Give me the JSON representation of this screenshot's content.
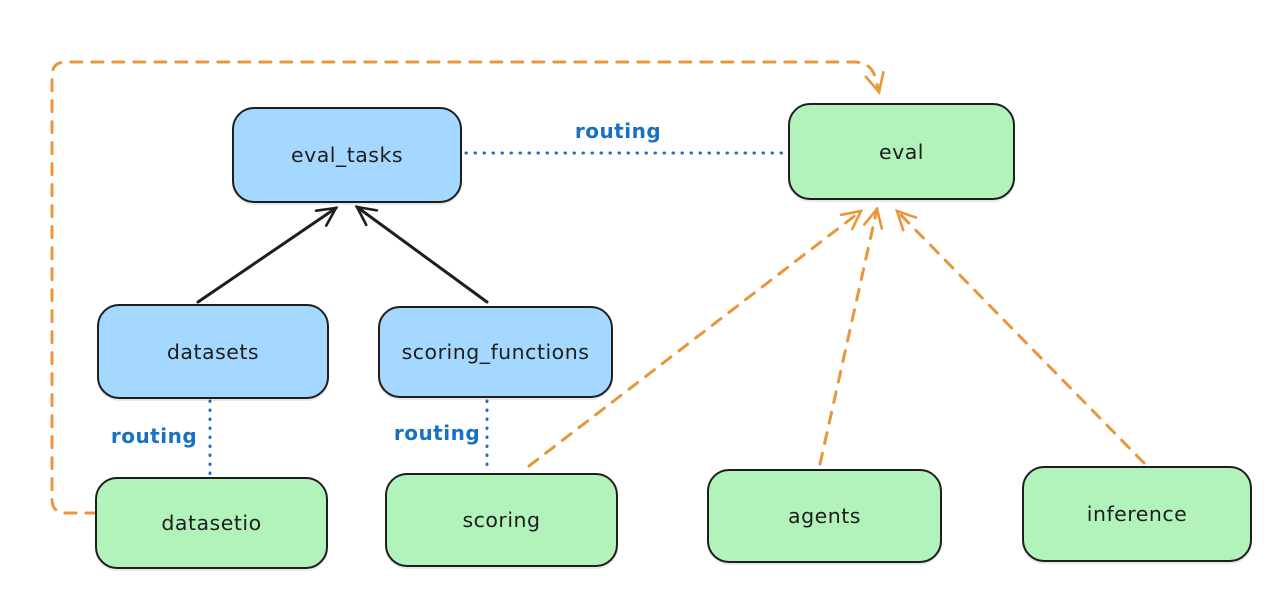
{
  "colors": {
    "background": "#ffffff",
    "stroke": "#1e1e1e",
    "blue_fill": "#a5d8ff",
    "green_fill": "#b2f2bb",
    "blue_line": "#1971c2",
    "orange_line": "#e8973d"
  },
  "nodes": {
    "eval_tasks": {
      "label": "eval_tasks",
      "color": "blue"
    },
    "eval": {
      "label": "eval",
      "color": "green"
    },
    "datasets": {
      "label": "datasets",
      "color": "blue"
    },
    "scoring_functions": {
      "label": "scoring_functions",
      "color": "blue"
    },
    "datasetio": {
      "label": "datasetio",
      "color": "green"
    },
    "scoring": {
      "label": "scoring",
      "color": "green"
    },
    "agents": {
      "label": "agents",
      "color": "green"
    },
    "inference": {
      "label": "inference",
      "color": "green"
    }
  },
  "edges": [
    {
      "from": "datasets",
      "to": "eval_tasks",
      "style": "solid",
      "color": "black",
      "arrow": true,
      "label": ""
    },
    {
      "from": "scoring_functions",
      "to": "eval_tasks",
      "style": "solid",
      "color": "black",
      "arrow": true,
      "label": ""
    },
    {
      "from": "eval_tasks",
      "to": "eval",
      "style": "dotted",
      "color": "blue",
      "arrow": false,
      "label": "routing"
    },
    {
      "from": "datasets",
      "to": "datasetio",
      "style": "dotted",
      "color": "blue",
      "arrow": false,
      "label": "routing"
    },
    {
      "from": "scoring_functions",
      "to": "scoring",
      "style": "dotted",
      "color": "blue",
      "arrow": false,
      "label": "routing"
    },
    {
      "from": "datasetio",
      "to": "eval",
      "style": "dashed",
      "color": "orange",
      "arrow": true,
      "label": ""
    },
    {
      "from": "scoring",
      "to": "eval",
      "style": "dashed",
      "color": "orange",
      "arrow": true,
      "label": ""
    },
    {
      "from": "agents",
      "to": "eval",
      "style": "dashed",
      "color": "orange",
      "arrow": true,
      "label": ""
    },
    {
      "from": "inference",
      "to": "eval",
      "style": "dashed",
      "color": "orange",
      "arrow": true,
      "label": ""
    }
  ]
}
